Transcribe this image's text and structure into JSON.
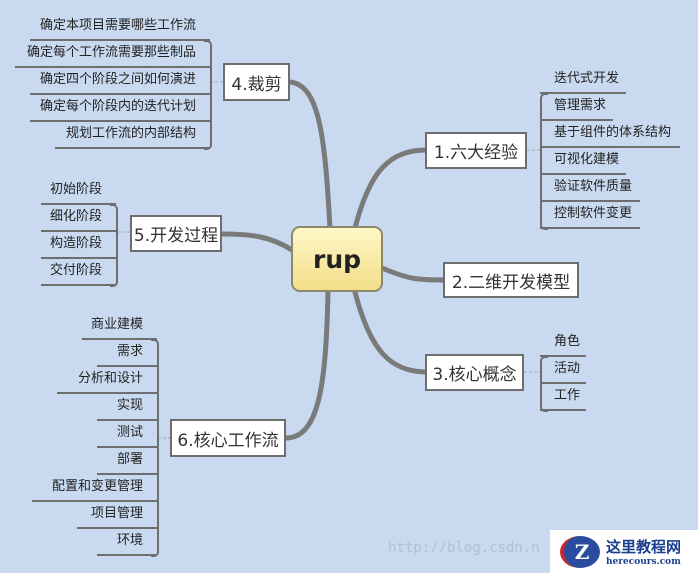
{
  "center": "rup",
  "topics": [
    {
      "label": "1.六大经验",
      "items": [
        "迭代式开发",
        "管理需求",
        "基于组件的体系结构",
        "可视化建模",
        "验证软件质量",
        "控制软件变更"
      ]
    },
    {
      "label": "2.二维开发模型",
      "items": []
    },
    {
      "label": "3.核心概念",
      "items": [
        "角色",
        "活动",
        "工作"
      ]
    },
    {
      "label": "4.裁剪",
      "items": [
        "确定本项目需要哪些工作流",
        "确定每个工作流需要那些制品",
        "确定四个阶段之间如何演进",
        "确定每个阶段内的迭代计划",
        "规划工作流的内部结构"
      ]
    },
    {
      "label": "5.开发过程",
      "items": [
        "初始阶段",
        "细化阶段",
        "构造阶段",
        "交付阶段"
      ]
    },
    {
      "label": "6.核心工作流",
      "items": [
        "商业建模",
        "需求",
        "分析和设计",
        "实现",
        "测试",
        "部署",
        "配置和变更管理",
        "项目管理",
        "环境"
      ]
    }
  ],
  "watermark": "http://blog.csdn.n",
  "logo": {
    "title": "这里教程网",
    "subtitle": "herecours.com",
    "mark": "Z"
  },
  "colors": {
    "background": "#c9daf0",
    "line": "#7a7a7a",
    "center_fill": "#f3de8a"
  }
}
